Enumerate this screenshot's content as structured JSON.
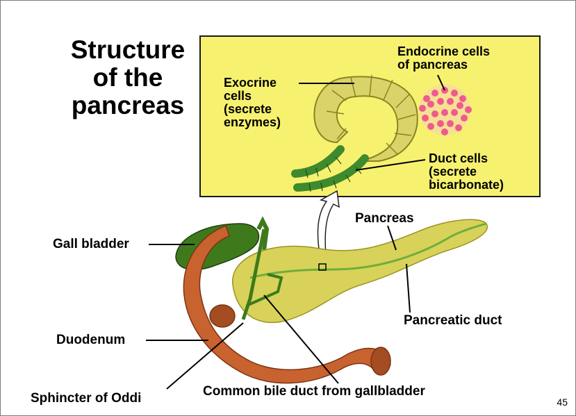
{
  "slide": {
    "title_line1": "Structure",
    "title_line2": "of the",
    "title_line3": "pancreas",
    "page_number": "45"
  },
  "inset": {
    "exocrine_label_lines": [
      "Exocrine",
      "cells",
      "(secrete",
      "enzymes)"
    ],
    "endocrine_label_lines": [
      "Endocrine cells",
      "of pancreas"
    ],
    "duct_label_lines": [
      "Duct cells",
      "(secrete",
      "bicarbonate)"
    ]
  },
  "anatomy": {
    "gall_bladder": "Gall bladder",
    "pancreas": "Pancreas",
    "duodenum": "Duodenum",
    "pancreatic_duct": "Pancreatic duct",
    "sphincter": "Sphincter of Oddi",
    "common_bile_duct": "Common bile duct from gallbladder"
  },
  "colors": {
    "inset_bg": "#f7f170",
    "acinar": "#d9d36a",
    "duct": "#3f8a2c",
    "endocrine": "#ee5b8c",
    "pancreas": "#d8d25a",
    "duodenum": "#c8622e",
    "gallbladder": "#3e7a1c"
  }
}
